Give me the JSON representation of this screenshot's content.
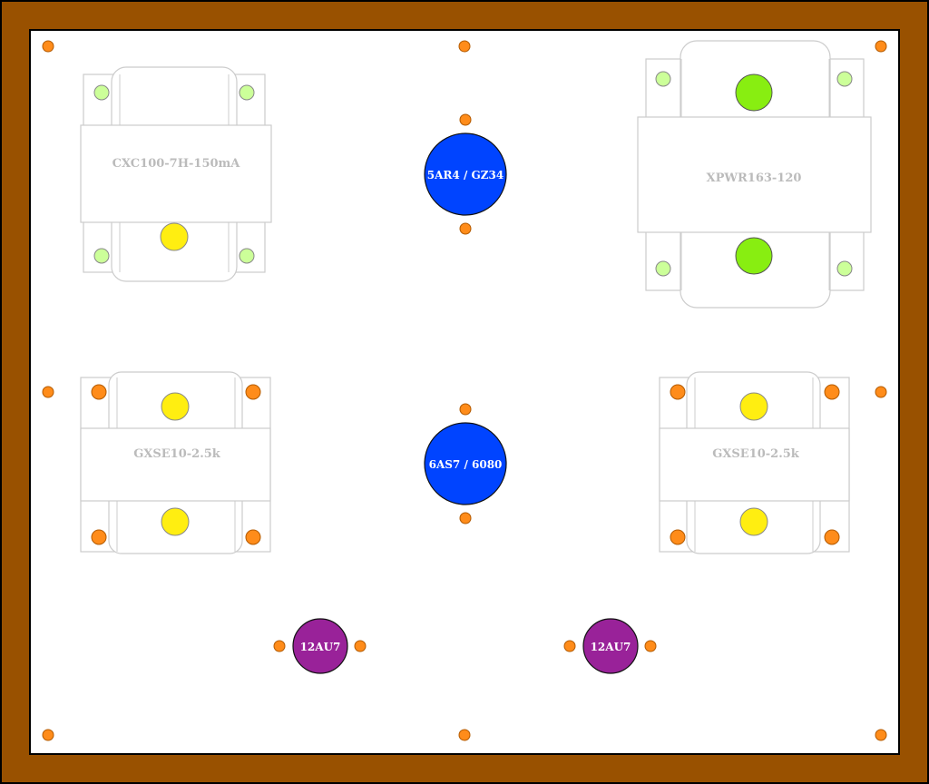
{
  "title": "",
  "colors": {
    "frame": "#995100",
    "panel": "#ffffff",
    "mount_hole": "#ff8c1a",
    "hole_stroke": "#b35a00",
    "outline": "#cccccc",
    "label_gray": "#bbbbbb",
    "light_green": "#ccff99",
    "bright_green": "#88ee11",
    "yellow": "#ffee11",
    "rectifier_tube": "#0044ff",
    "power_tube": "#0044ff",
    "small_tube": "#992299",
    "tube_label": "#ffffff"
  },
  "components": {
    "choke": {
      "label": "CXC100-7H-150mA"
    },
    "power_transformer": {
      "label": "XPWR163-120"
    },
    "output_transformer_left": {
      "label": "GXSE10-2.5k"
    },
    "output_transformer_right": {
      "label": "GXSE10-2.5k"
    },
    "rectifier_tube": {
      "label": "5AR4 / GZ34"
    },
    "power_tube": {
      "label": "6AS7 / 6080"
    },
    "driver_tube_left": {
      "label": "12AU7"
    },
    "driver_tube_right": {
      "label": "12AU7"
    }
  }
}
